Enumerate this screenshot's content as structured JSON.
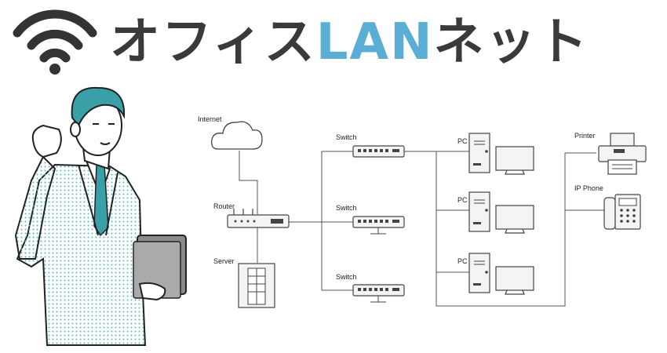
{
  "title": {
    "part1": "オフィス",
    "part2": "LAN",
    "part3": "ネット",
    "colors": {
      "dark": "#3a3a3a",
      "accent": "#5aaed6"
    }
  },
  "diagram": {
    "labels": {
      "internet": "Internet",
      "router": "Router",
      "server": "Server",
      "switch1": "Switch",
      "switch2": "Switch",
      "switch3": "Switch",
      "pc1": "PC",
      "pc2": "PC",
      "pc3": "PC",
      "printer": "Printer",
      "ipphone": "IP Phone"
    }
  },
  "icons": [
    "wifi-icon",
    "cloud-icon",
    "router-icon",
    "server-building-icon",
    "switch-icon",
    "pc-tower-icon",
    "monitor-icon",
    "printer-icon",
    "ip-phone-icon"
  ]
}
